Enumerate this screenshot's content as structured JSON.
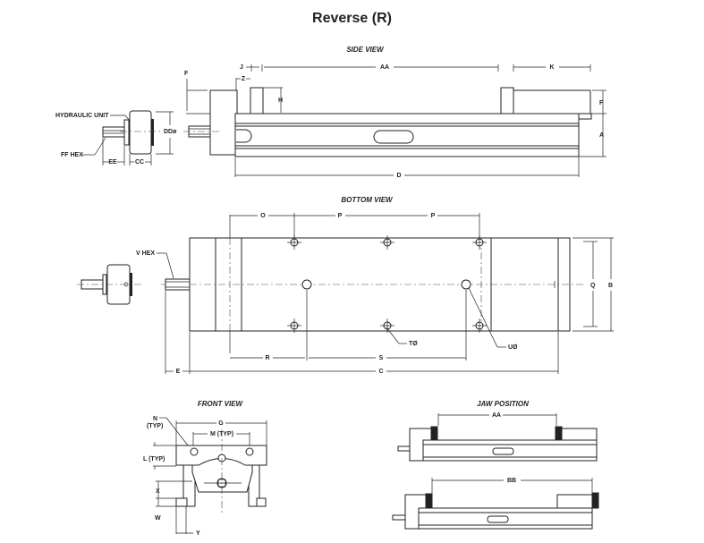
{
  "title": "Reverse (R)",
  "views": {
    "side": {
      "title": "SIDE VIEW",
      "labels": {
        "J": "J",
        "Z": "Z",
        "AA": "AA",
        "K": "K",
        "F_left": "F",
        "H": "H",
        "F_right": "F",
        "A": "A",
        "D": "D",
        "DD": "DDø"
      },
      "hydraulic_unit": {
        "label": "HYDRAULIC UNIT",
        "ff_hex": "FF HEX",
        "EE": "EE",
        "CC": "CC"
      }
    },
    "bottom": {
      "title": "BOTTOM VIEW",
      "labels": {
        "O": "O",
        "P1": "P",
        "P2": "P",
        "V_HEX": "V HEX",
        "Q": "Q",
        "B": "B",
        "T": "TØ",
        "U": "UØ",
        "R": "R",
        "S": "S",
        "E": "E",
        "C": "C"
      }
    },
    "front": {
      "title": "FRONT VIEW",
      "labels": {
        "N": "N",
        "N_typ": "(TYP)",
        "G": "G",
        "M": "M (TYP)",
        "L": "L (TYP)",
        "X": "X",
        "W": "W",
        "Y": "Y"
      }
    },
    "jaw_position": {
      "title": "JAW POSITION",
      "labels": {
        "AA": "AA",
        "BB": "BB"
      }
    }
  }
}
